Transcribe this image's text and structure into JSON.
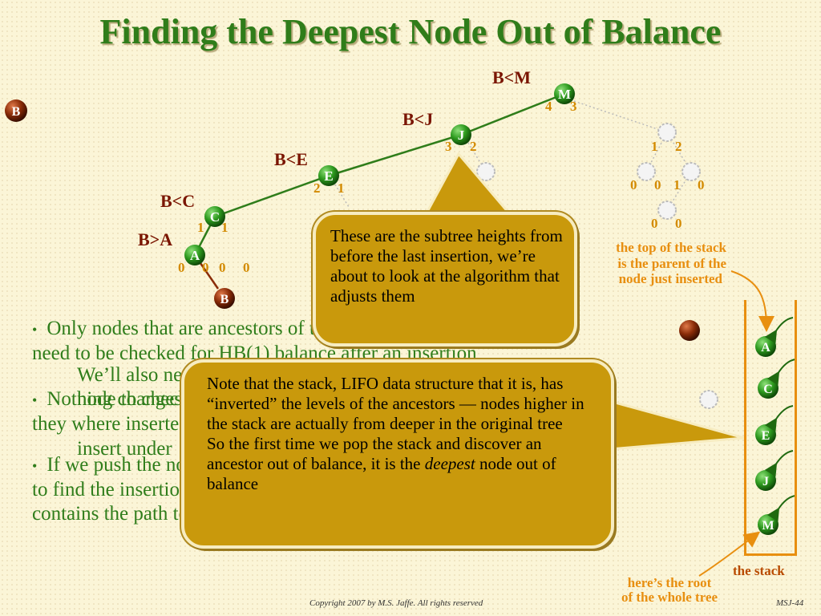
{
  "title": "Finding the Deepest Node Out of Balance",
  "stray_node_label": "B",
  "tree": {
    "nodes": {
      "M": {
        "label": "M",
        "heights": [
          "4",
          "3"
        ]
      },
      "J": {
        "label": "J",
        "heights": [
          "3",
          "2"
        ]
      },
      "E": {
        "label": "E",
        "heights": [
          "2",
          "1"
        ]
      },
      "C": {
        "label": "C",
        "heights": [
          "1",
          "1"
        ]
      },
      "A": {
        "label": "A",
        "heights": [
          "0",
          "0"
        ]
      },
      "B": {
        "label": "B"
      }
    },
    "comparisons": [
      "B<M",
      "B<J",
      "B<E",
      "B<C",
      "B>A"
    ],
    "right_subtree_heights": [
      "1",
      "2",
      "0",
      "0",
      "1",
      "0",
      "0",
      "0"
    ],
    "extra_heights": [
      "0",
      "0"
    ]
  },
  "stack_note": [
    "the top of the stack",
    "is the parent of the",
    "node just inserted"
  ],
  "bullets": {
    "b1": "Only nodes that are ancestors of the node just inserted",
    "b1b": "need to be checked for HB(1) balance after an insertion",
    "sub1": "We’ll also need to know the path we took to each",
    "sub1b": "node to check which side we went down",
    "b2": "Nothing changes in the part of the tree outside of the path node",
    "b2b": "they where inserted",
    "sub2": "insert under",
    "b3": "If we push the nodes onto a stack as we work our way down",
    "b3b": "to find the insertion point, then the deepest node that",
    "b3c": "contains the path to the new node that is out of balance"
  },
  "callouts": {
    "c1": "These are the subtree heights from before the last insertion, we’re about to look at the algorithm that adjusts them",
    "c2_p1": "Note that the stack, LIFO data structure that it is, has “inverted” the levels of  the ancestors — nodes higher in the stack are actually from deeper in the original tree",
    "c2_p2a": "So the first time we pop the stack and discover an ancestor out of balance, it is the ",
    "c2_p2_em": "deepest",
    "c2_p2b": " node out of balance"
  },
  "stack": {
    "items": [
      "A",
      "C",
      "E",
      "J",
      "M"
    ],
    "label": "the stack",
    "root_note": [
      "here’s the root",
      "of the whole tree"
    ]
  },
  "footer": {
    "copyright": "Copyright 2007 by M.S. Jaffe.  All rights reserved",
    "slide_id": "MSJ-44"
  }
}
